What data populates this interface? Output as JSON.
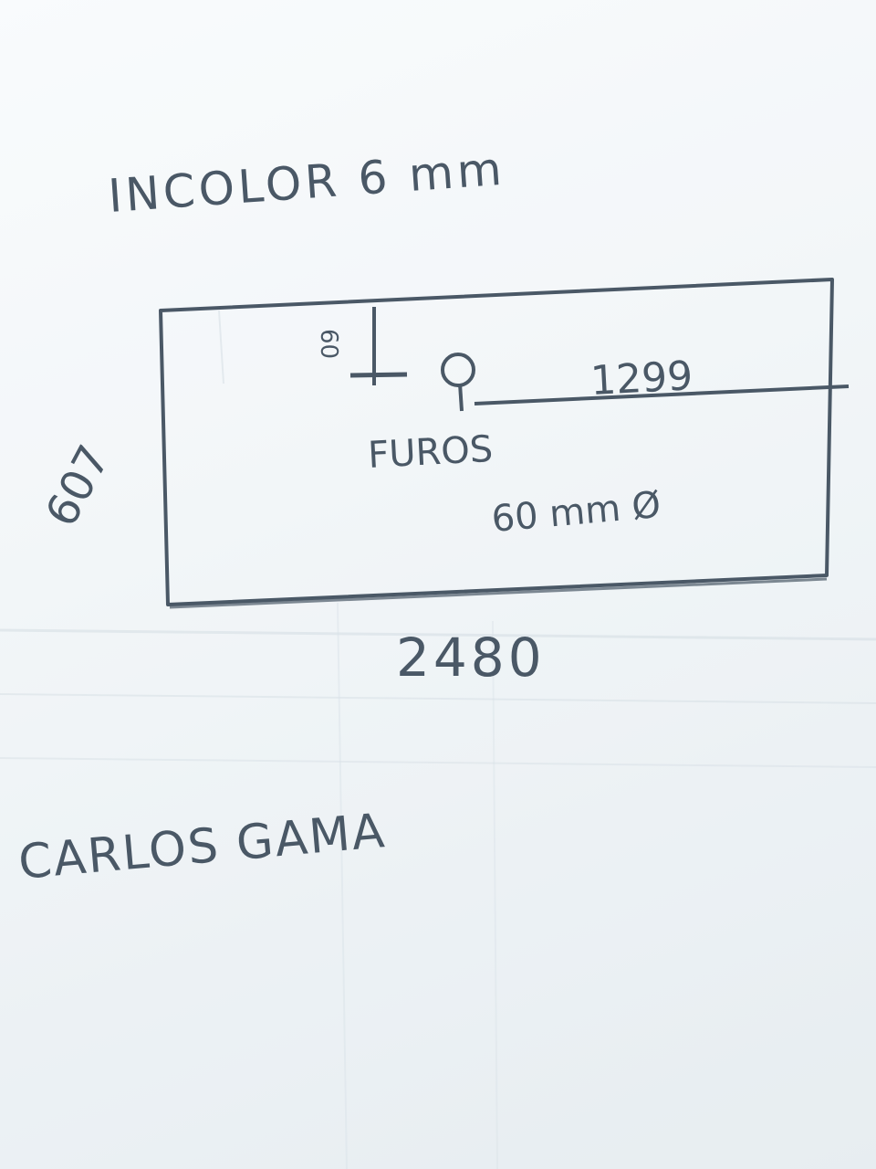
{
  "sheet": {
    "material_note": "INCOLOR 6 mm",
    "signature": "CARLOS GAMA"
  },
  "drawing": {
    "height_dimension": "607",
    "width_dimension": "2480",
    "hole_offset_top": "60",
    "hole_offset_side": "1299",
    "holes_label": "FUROS",
    "hole_diameter": "60 mm Ø"
  },
  "colors": {
    "ink": "#4a5866",
    "paper": "#eef3f6"
  }
}
